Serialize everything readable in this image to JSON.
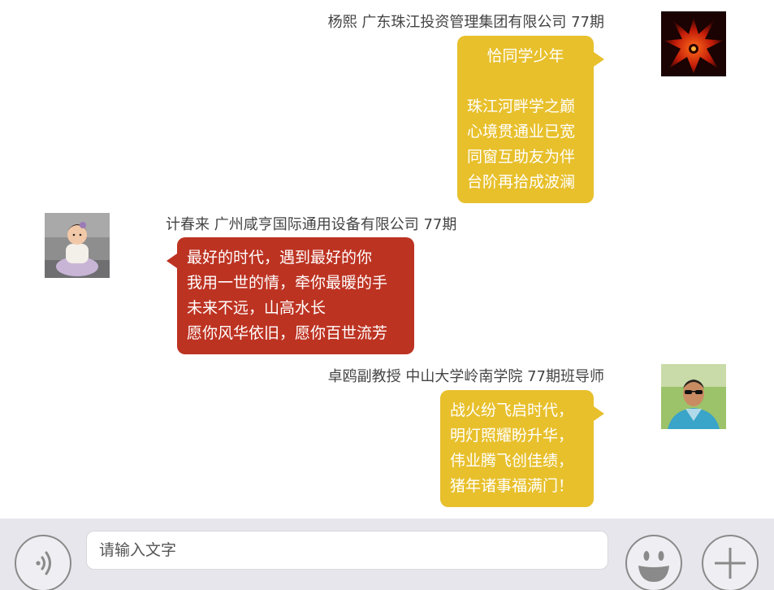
{
  "messages": [
    {
      "sender": "杨熙 广东珠江投资管理集团有限公司 77期",
      "side": "right",
      "avatar_icon": "red-figure-avatar",
      "lines": [
        "恰同学少年",
        "",
        "珠江河畔学之巅",
        "心境贯通业已宽",
        "同窗互助友为伴",
        "台阶再拾成波澜"
      ]
    },
    {
      "sender": "计春来 广州咸亨国际通用设备有限公司 77期",
      "side": "left",
      "avatar_icon": "baby-photo-avatar",
      "lines": [
        "最好的时代，遇到最好的你",
        "我用一世的情，牵你最暖的手",
        "未来不远，山高水长",
        "愿你风华依旧，愿你百世流芳"
      ]
    },
    {
      "sender": "卓鸥副教授 中山大学岭南学院 77期班导师",
      "side": "right",
      "avatar_icon": "man-sunglasses-avatar",
      "lines": [
        "战火纷飞启时代，",
        "明灯照耀盼升华，",
        "伟业腾飞创佳绩，",
        "猪年诸事福满门！"
      ]
    }
  ],
  "input_bar": {
    "placeholder": "请输入文字",
    "voice_icon": "voice-icon",
    "emoji_icon": "smiley-icon",
    "plus_icon": "plus-icon"
  },
  "colors": {
    "yellow_bubble": "#E8C02C",
    "red_bubble": "#BD3322",
    "input_bar_bg": "#E7E6EC"
  }
}
